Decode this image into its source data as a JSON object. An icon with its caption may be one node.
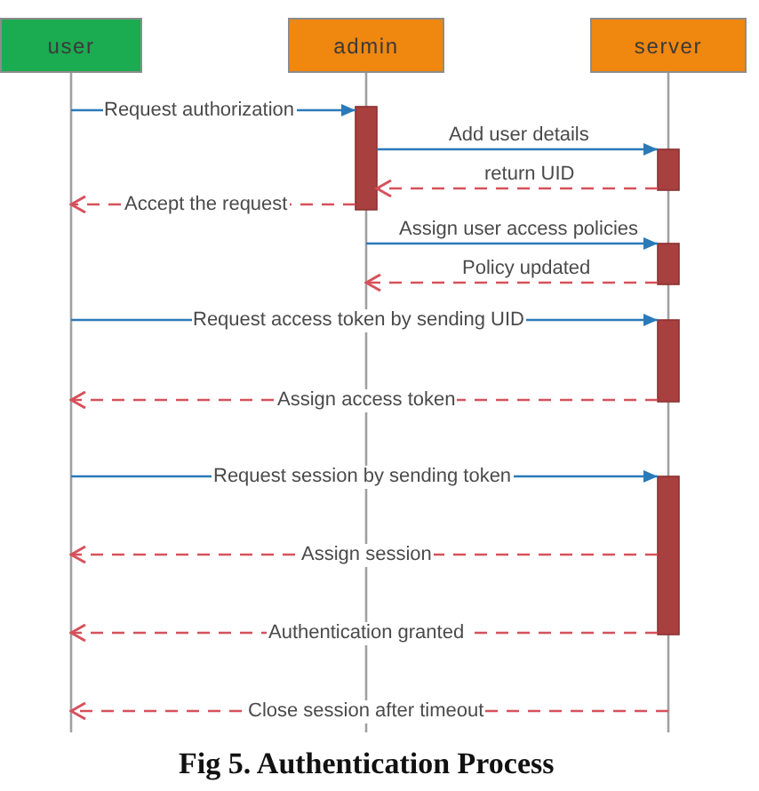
{
  "diagram": {
    "caption": "Fig 5. Authentication Process",
    "nodes": [
      {
        "text": [
          "user"
        ]
      },
      {
        "text": [
          "admin"
        ]
      },
      {
        "text": [
          "server"
        ]
      }
    ],
    "edges": [
      {
        "from": 0,
        "to": 1,
        "arrow": "to",
        "label": "Request authorization",
        "color": "#2a7ab9"
      },
      {
        "from": 1,
        "to": 2,
        "arrow": "to",
        "label": "Add user details",
        "color": "#2a7ab9"
      },
      {
        "from": 2,
        "to": 1,
        "arrow": "to",
        "label": "return UID",
        "style": "dashed"
      },
      {
        "from": 1,
        "to": 0,
        "arrow": "to",
        "label": "Accept the request",
        "style": "dashed"
      },
      {
        "from": 1,
        "to": 2,
        "arrow": "to",
        "label": "Assign user access policies",
        "color": "#2a7ab9"
      },
      {
        "from": 2,
        "to": 1,
        "arrow": "to",
        "label": "Policy updated",
        "style": "dashed"
      },
      {
        "from": 0,
        "to": 2,
        "arrow": "to",
        "label": "Request access token by sending UID",
        "color": "#2a7ab9"
      },
      {
        "from": 2,
        "to": 0,
        "arrow": "to",
        "label": "Assign access token",
        "style": "dashed"
      },
      {
        "from": 0,
        "to": 2,
        "arrow": "to",
        "label": "Request session by sending token",
        "color": "#2a7ab9"
      },
      {
        "from": 2,
        "to": 0,
        "arrow": "to",
        "label": "Assign session",
        "style": "dashed"
      },
      {
        "from": 2,
        "to": 0,
        "arrow": "to",
        "label": "Authentication granted",
        "style": "dashed"
      },
      {
        "from": 2,
        "to": 0,
        "arrow": "to",
        "label": "Close session after timeout",
        "style": "dashed"
      }
    ]
  }
}
